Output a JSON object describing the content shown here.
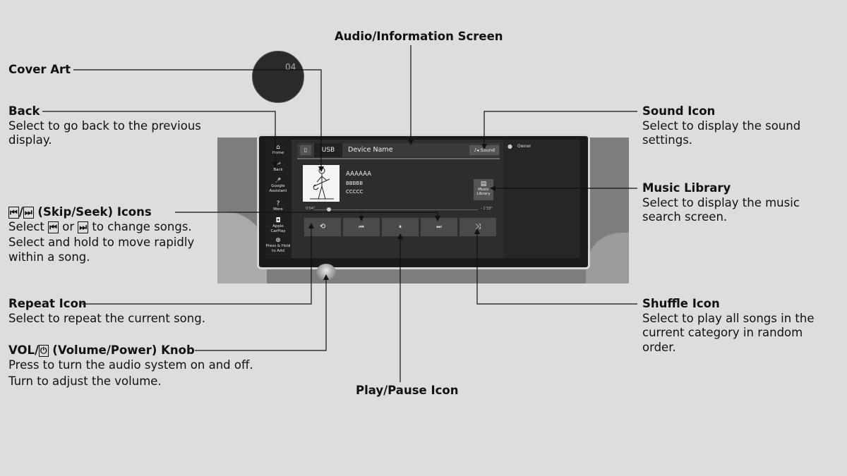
{
  "labels": {
    "audio_screen": "Audio/Information Screen",
    "cover_art": "Cover Art",
    "back": {
      "title": "Back",
      "desc": "Select to go back to the previous display."
    },
    "skip_seek": {
      "title_suffix": "(Skip/Seek) Icons",
      "desc_select": "Select",
      "desc_or": "or",
      "desc_tail": "to change songs.",
      "desc2": "Select and hold to move rapidly within a song."
    },
    "repeat": {
      "title": "Repeat Icon",
      "desc": "Select to repeat the current song."
    },
    "vol": {
      "title_prefix": "VOL/",
      "title_suffix": "(Volume/Power) Knob",
      "desc1": "Press to turn the audio system on and off.",
      "desc2": "Turn to adjust the volume."
    },
    "play_pause": "Play/Pause Icon",
    "sound": {
      "title": "Sound Icon",
      "desc": "Select to display the sound settings."
    },
    "music_library": {
      "title": "Music Library",
      "desc": "Select to display the music search screen."
    },
    "shuffle": {
      "title": "Shuffle Icon",
      "desc": "Select to play all songs in the current category in random order."
    }
  },
  "screen": {
    "left_bar": [
      {
        "icon": "⌂",
        "label": "Home"
      },
      {
        "icon": "↩",
        "label": "Back"
      },
      {
        "icon": "🎤",
        "label": "Google Assistant"
      },
      {
        "icon": "?",
        "label": "More"
      },
      {
        "icon": "◘",
        "label": "Apple CarPlay"
      },
      {
        "icon": "⊕",
        "label": "Press & Hold to Add"
      }
    ],
    "source": "USB",
    "device_name": "Device Name",
    "sound_btn": "Sound",
    "track_title": "AAAAAA",
    "track_artist": "BBBBB",
    "track_album": "CCCCC",
    "music_library_btn": "Music Library",
    "time_elapsed": "0'04\"",
    "time_remaining": "- 1'33\"",
    "owner": "Owner",
    "clock_text": "04"
  },
  "icons": {
    "skip_back": "⏮",
    "skip_fwd": "⏭",
    "power": "⏻",
    "repeat": "⟲",
    "play_pause": "⏸",
    "shuffle": "⤨"
  }
}
